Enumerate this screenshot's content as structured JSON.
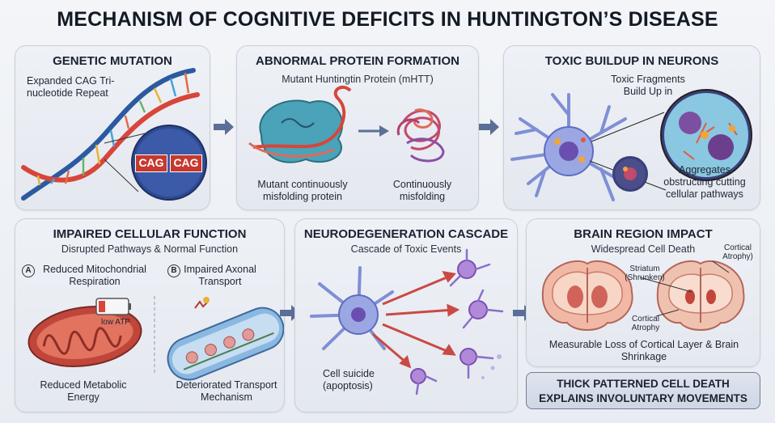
{
  "title": "MECHANISM OF COGNITIVE DEFICITS IN HUNTINGTON’S DISEASE",
  "panels": {
    "genetic": {
      "heading": "GENETIC MUTATION",
      "label": "Expanded CAG Tri-nucleotide Repeat",
      "codon1": "CAG",
      "codon2": "CAG"
    },
    "protein": {
      "heading": "ABNORMAL PROTEIN FORMATION",
      "subtitle": "Mutant Huntingtin Protein (mHTT)",
      "label_left": "Mutant continuously misfolding protein",
      "label_right": "Continuously misfolding"
    },
    "toxic": {
      "heading": "TOXIC BUILDUP IN NEURONS",
      "label_top": "Toxic Fragments Build Up in",
      "label_bottom": "Aggregates obstructing cutting cellular pathways"
    },
    "impaired": {
      "heading": "IMPAIRED CELLULAR FUNCTION",
      "subtitle": "Disrupted Pathways & Normal Function",
      "a_letter": "A",
      "a_label": "Reduced Mitochondrial Respiration",
      "b_letter": "B",
      "b_label": "Impaired Axonal Transport",
      "battery_label": "low ATP",
      "bottom_left": "Reduced Metabolic Energy",
      "bottom_right": "Deteriorated Transport Mechanism"
    },
    "cascade": {
      "heading": "NEURODEGENERATION CASCADE",
      "subtitle": "Cascade of Toxic Events",
      "label": "Cell suicide (apoptosis)"
    },
    "brain": {
      "heading": "BRAIN REGION IMPACT",
      "subtitle": "Widespread Cell Death",
      "striatum": "Striatum (Shrunken)",
      "cortical_right": "Cortical Atrophy)",
      "cortical_bottom": "Cortical Atrophy",
      "caption": "Measurable Loss of Cortical Layer & Brain Shrinkage"
    }
  },
  "conclusion": {
    "line1": "THICK PATTERNED CELL DEATH",
    "line2": "EXPLAINS INVOLUNTARY MOVEMENTS"
  },
  "colors": {
    "arrow": "#5b6f96",
    "dna_red": "#d8453a",
    "dna_blue": "#2c5aa0",
    "protein_teal": "#3f9fb3",
    "neuron_blue": "#7f8fd6",
    "neuron_purple": "#8b5fbf",
    "mito_red": "#c0453b",
    "brain_pink": "#f1b9a5"
  }
}
